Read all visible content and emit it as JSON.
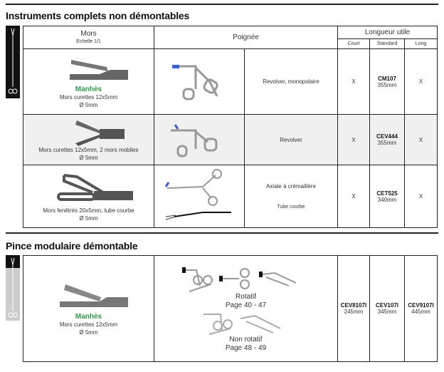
{
  "section1": {
    "title": "Instruments complets non démontables",
    "header": {
      "mors": "Mors",
      "echelle": "Echelle 1/1",
      "poignee": "Poignée",
      "longueur": "Longueur utile",
      "court": "Court",
      "standard": "Standard",
      "long": "Long"
    },
    "rows": [
      {
        "brand": "Manhès",
        "desc": "Mors curettes 12x5mm",
        "diam": "Ø 5mm",
        "handle": "Revolver, monopolaire",
        "court": "X",
        "code": "CM107",
        "length": "355mm",
        "long": "X"
      },
      {
        "desc": "Mors curettes 12x5mm, 2 mors mobiles",
        "diam": "Ø 5mm",
        "handle": "Revolver",
        "court": "X",
        "code": "CEV444",
        "length": "355mm",
        "long": "X"
      },
      {
        "desc": "Mors fenêtrés 20x5mm, tube courbe",
        "diam": "Ø 5mm",
        "handle": "Axiale à crémaillère",
        "handle2": "Tube courbe",
        "court": "X",
        "code": "CET525",
        "length": "340mm",
        "long": "X"
      }
    ]
  },
  "section2": {
    "title": "Pince modulaire démontable",
    "row": {
      "brand": "Manhès",
      "desc": "Mors curettes 12x5mm",
      "diam": "Ø 5mm",
      "rotatif": "Rotatif",
      "rotatif_page": "Page 40 - 47",
      "non_rotatif": "Non rotatif",
      "non_rotatif_page": "Page 48 - 49",
      "court_code": "CEV8107l",
      "court_length": "245mm",
      "std_code": "CEV107l",
      "std_length": "345mm",
      "long_code": "CEV9107l",
      "long_length": "445mm"
    }
  },
  "colors": {
    "brand_green": "#2e9a4a",
    "accent_blue": "#3a5fd0"
  }
}
